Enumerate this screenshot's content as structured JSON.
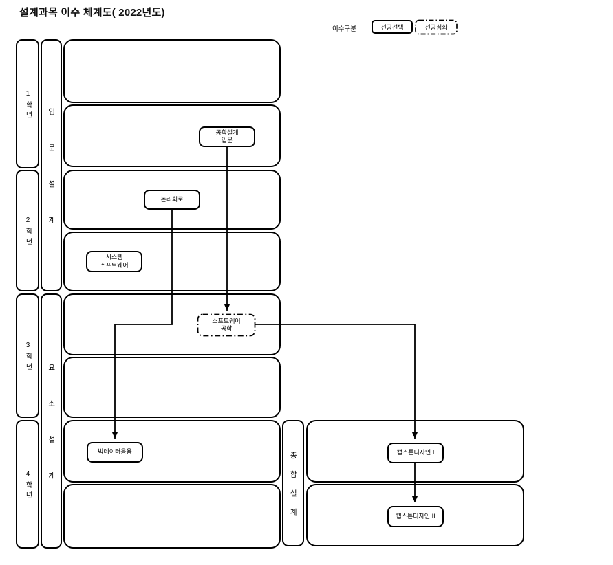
{
  "title": "설계과목 이수 체계도( 2022년도)",
  "legend": {
    "label": "이수구분",
    "items": [
      {
        "label": "전공선택",
        "style": "solid"
      },
      {
        "label": "전공심화",
        "style": "dash-dot"
      }
    ]
  },
  "grades": [
    {
      "label": "1학년"
    },
    {
      "label": "2학년"
    },
    {
      "label": "3학년"
    },
    {
      "label": "4학년"
    }
  ],
  "stages": [
    {
      "label": "입문설계",
      "years": "1-2학년"
    },
    {
      "label": "요소설계",
      "years": "3-4학년"
    },
    {
      "label": "종합설계",
      "years": "4학년"
    }
  ],
  "courses": [
    {
      "label": "공학설계\n입문",
      "category": "전공선택",
      "grade": "1학년"
    },
    {
      "label": "논리회로",
      "category": "전공선택",
      "grade": "2학년"
    },
    {
      "label": "시스템\n소프트웨어",
      "category": "전공선택",
      "grade": "2학년"
    },
    {
      "label": "소프트웨어\n공학",
      "category": "전공심화",
      "grade": "3학년"
    },
    {
      "label": "빅데이터응용",
      "category": "전공선택",
      "grade": "4학년"
    },
    {
      "label": "캡스톤디자인 I",
      "category": "전공선택",
      "grade": "4학년"
    },
    {
      "label": "캡스톤디자인 II",
      "category": "전공선택",
      "grade": "4학년"
    }
  ],
  "connections": [
    {
      "from": "공학설계 입문",
      "to": "소프트웨어 공학"
    },
    {
      "from": "논리회로",
      "to": "빅데이터응용"
    },
    {
      "from": "소프트웨어 공학",
      "to": "캡스톤디자인 I"
    },
    {
      "from": "캡스톤디자인 I",
      "to": "캡스톤디자인 II"
    }
  ],
  "colors": {
    "line": "#000000",
    "background": "#ffffff",
    "text": "#000000"
  }
}
